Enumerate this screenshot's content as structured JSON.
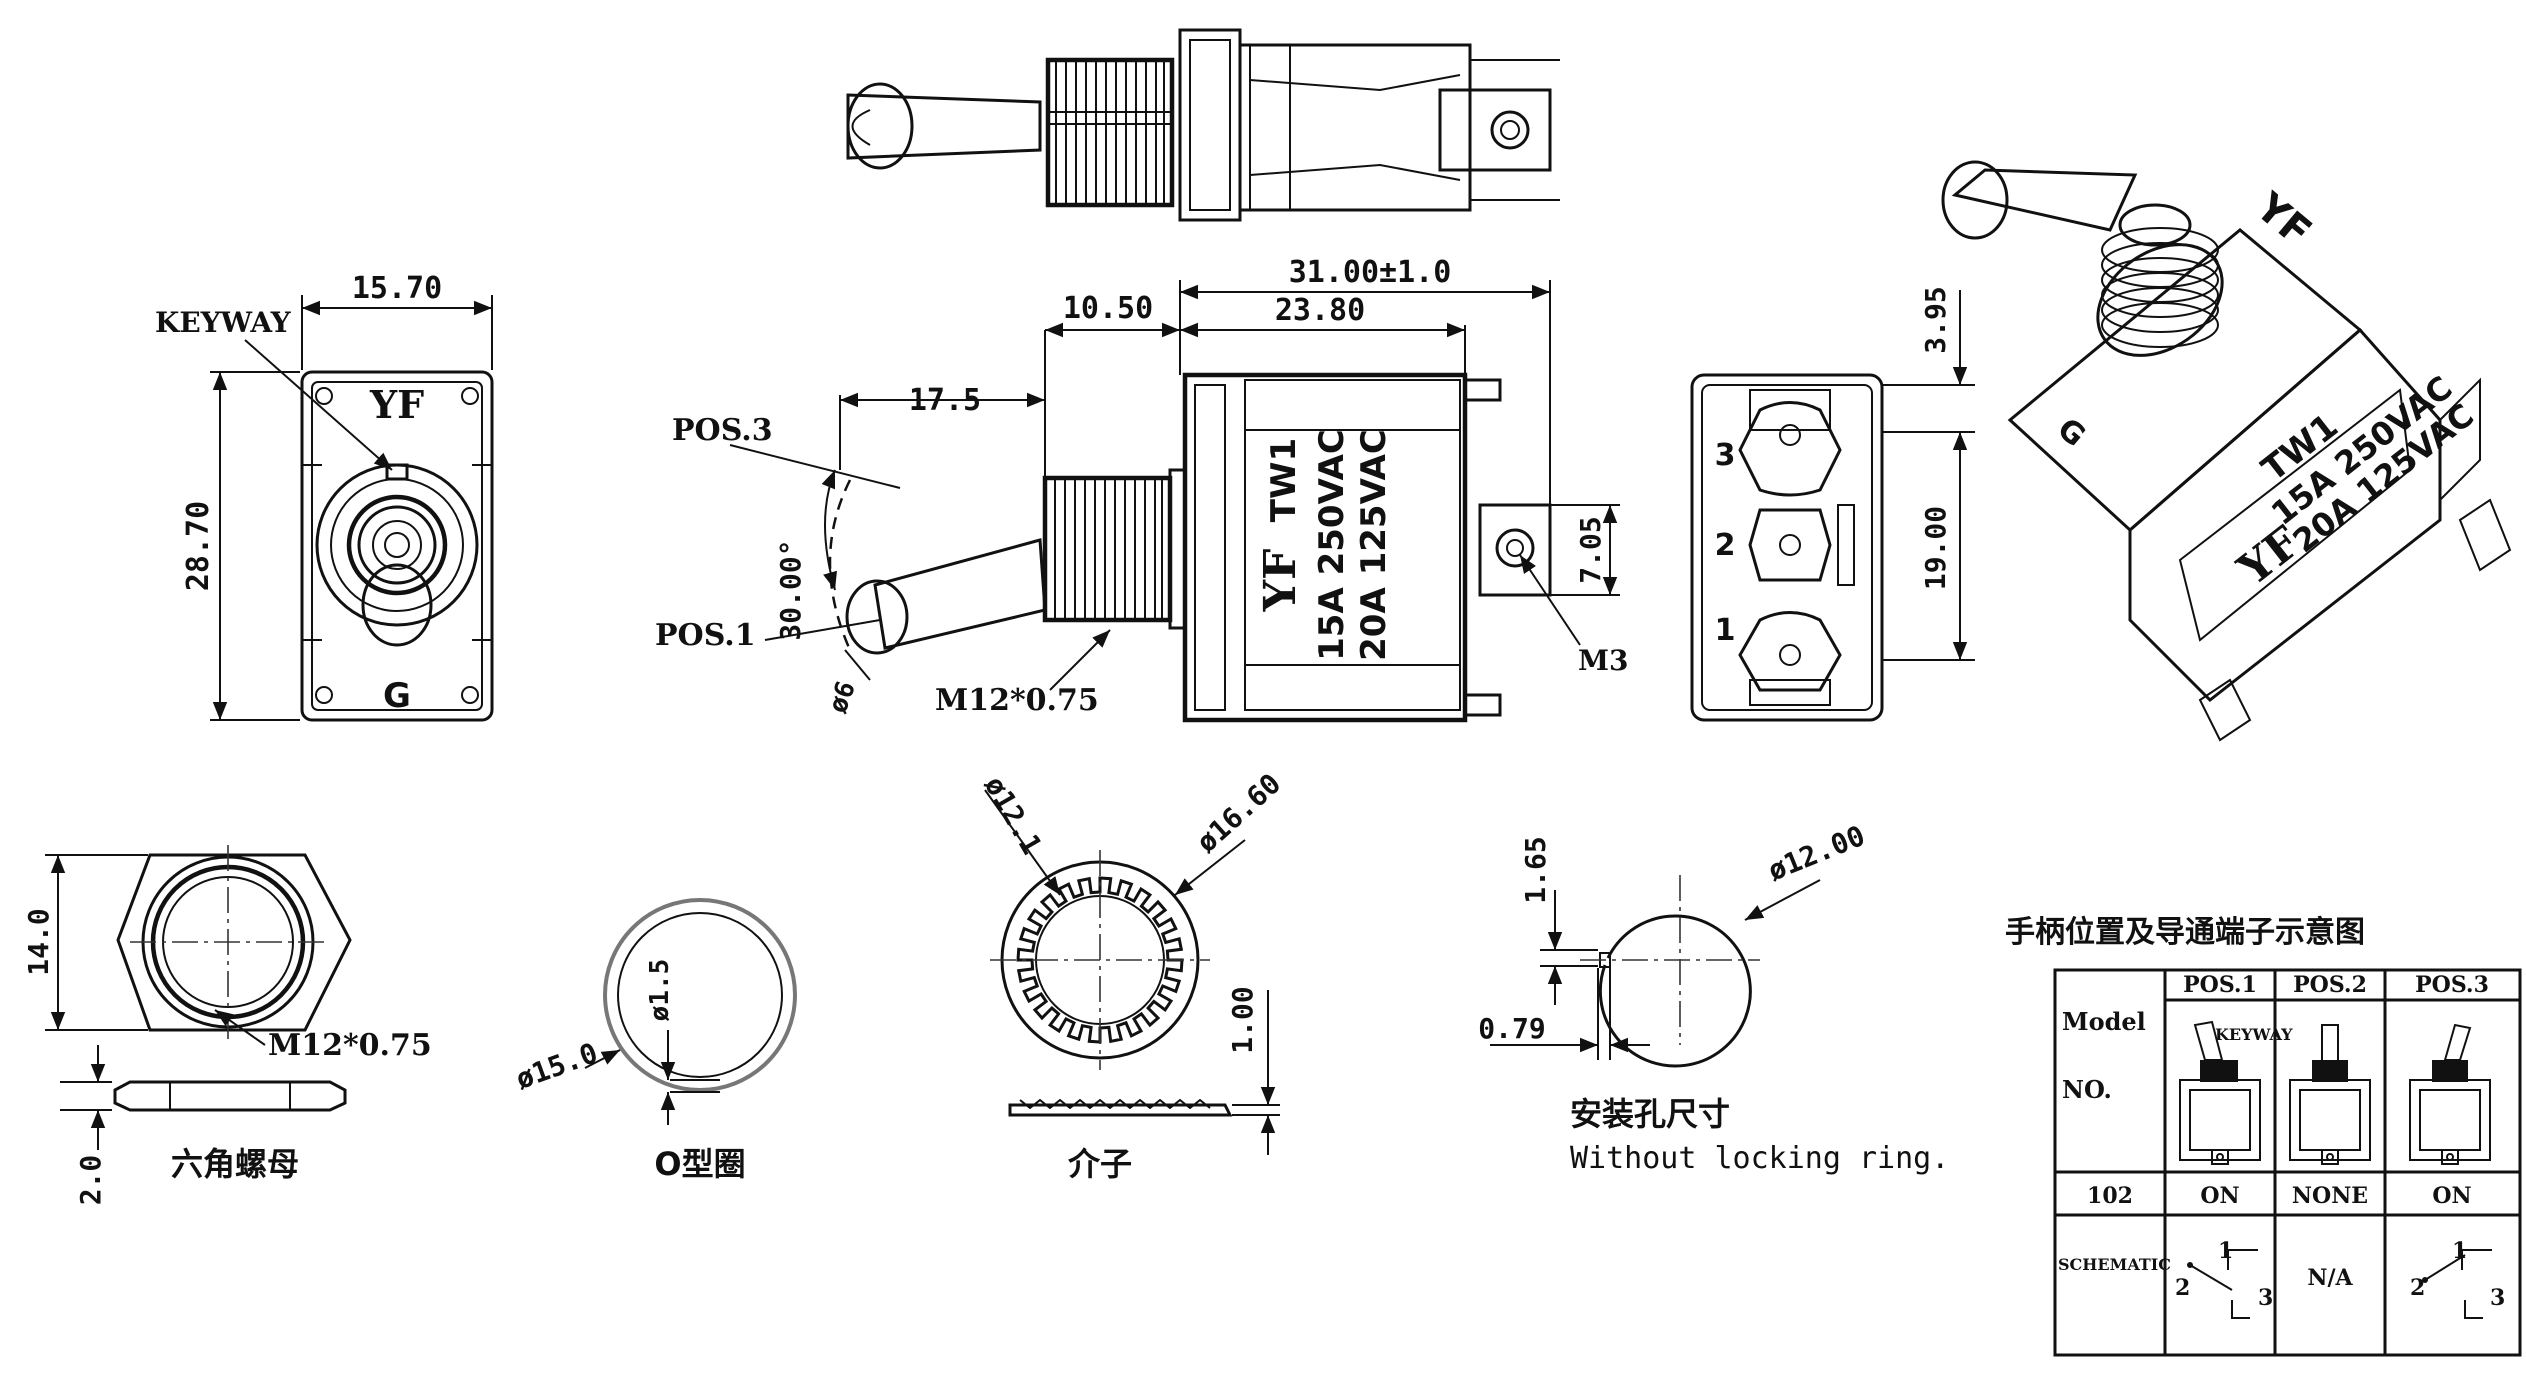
{
  "views": {
    "front": {
      "dim_width": "15.70",
      "dim_height": "28.70",
      "keyway": "KEYWAY",
      "logo": "YF",
      "letter_g": "G"
    },
    "side": {
      "pos3": "POS.3",
      "pos1": "POS.1",
      "dim_17_5": "17.5",
      "dim_10_50": "10.50",
      "dim_31": "31.00±1.0",
      "dim_23_80": "23.80",
      "angle": "30.00°",
      "diam6": "ø6",
      "thread": "M12*0.75",
      "dim_7_05": "7.05",
      "m3": "M3",
      "body_logo": "YF",
      "body_model": "TW1",
      "body_rating1": "15A  250VAC",
      "body_rating2": "20A  125VAC"
    },
    "back": {
      "dim_3_95": "3.95",
      "dim_19_00": "19.00",
      "term3": "3",
      "term2": "2",
      "term1": "1"
    },
    "iso": {
      "logo_top": "YF",
      "letter_g": "G",
      "logo": "YF",
      "model": "TW1",
      "rating1": "15A  250VAC",
      "rating2": "20A  125VAC"
    }
  },
  "parts": {
    "nut": {
      "dim_14": "14.0",
      "thread": "M12*0.75",
      "dim_2": "2.0",
      "caption": "六角螺母"
    },
    "oring": {
      "dim_outer": "ø15.0",
      "dim_section": "ø1.5",
      "caption": "O型圈"
    },
    "washer": {
      "dim_inner": "ø12.1",
      "dim_outer": "ø16.60",
      "dim_thick": "1.00",
      "caption": "介子"
    },
    "panel_hole": {
      "dim_1_65": "1.65",
      "dim_0_79": "0.79",
      "dim_12": "ø12.00",
      "caption_cn": "安装孔尺寸",
      "caption_en": "Without locking ring."
    }
  },
  "table": {
    "title": "手柄位置及导通端子示意图",
    "header_model": "Model",
    "header_no": "NO.",
    "cols": [
      "POS.1",
      "POS.2",
      "POS.3"
    ],
    "keyway": "KEYWAY",
    "row_model": "102",
    "row_values": [
      "ON",
      "NONE",
      "ON"
    ],
    "schematic_label": "SCHEMATIC",
    "schematic_na": "N/A",
    "sch_n1": "1",
    "sch_n2": "2",
    "sch_n3": "3"
  }
}
